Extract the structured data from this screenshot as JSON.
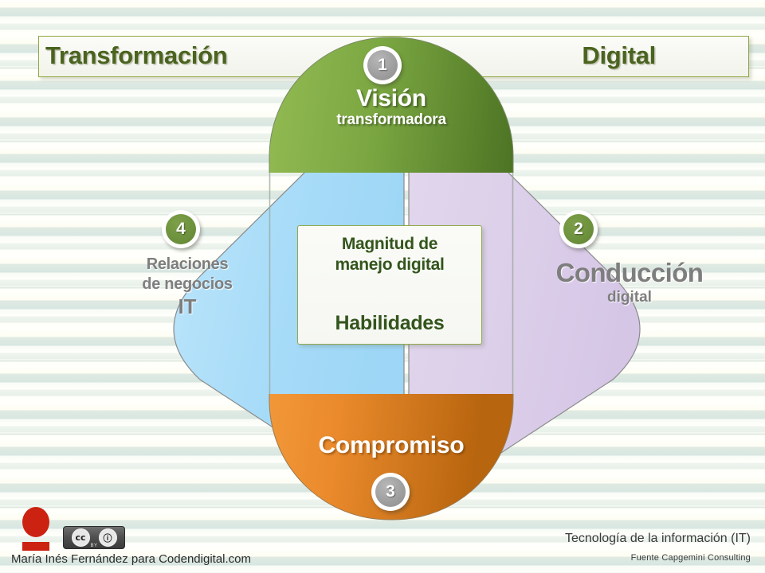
{
  "title": {
    "left": "Transformación",
    "right": "Digital"
  },
  "quadrants": [
    {
      "id": "vision",
      "badge": "1",
      "badge_style": "gray",
      "title": "Visión",
      "subtitle": "transformadora",
      "color": "#6f9a3d",
      "position": "top"
    },
    {
      "id": "conduccion",
      "badge": "2",
      "badge_style": "green",
      "title": "Conducción",
      "subtitle": "digital",
      "color": "#ddd0e8",
      "position": "right"
    },
    {
      "id": "compromiso",
      "badge": "3",
      "badge_style": "gray",
      "title": "Compromiso",
      "subtitle": "",
      "color": "#e8842a",
      "position": "bottom"
    },
    {
      "id": "relaciones",
      "badge": "4",
      "badge_style": "green",
      "title": "Relaciones de negocios",
      "subtitle": "IT",
      "line1": "Relaciones",
      "line2": "de negocios",
      "line3": "IT",
      "color": "#a5dbf7",
      "position": "left"
    }
  ],
  "center_card": {
    "line1": "Magnitud de",
    "line2": "manejo digital",
    "line3": "Habilidades"
  },
  "footer": {
    "attribution": "María Inés Fernández para Codendigital.com",
    "license_cc": "cc",
    "license_by_icon": "ⓘ",
    "license_by_label": "BY",
    "right_line1": "Tecnología de la información (IT)",
    "right_line2": "Fuente  Capgemini Consulting"
  },
  "colors": {
    "title_text": "#4a631f",
    "green": "#6f9a3d",
    "green_dark": "#4f7a26",
    "orange": "#f0922f",
    "orange_dark": "#c06a14",
    "blue": "#a5dbf7",
    "purple": "#ddd0e8",
    "gray_text": "#7e7e7e",
    "card_text": "#33551c",
    "badge_green": "#6b8f3b",
    "badge_gray": "#9b9b9b",
    "logo_red": "#cc2211"
  }
}
